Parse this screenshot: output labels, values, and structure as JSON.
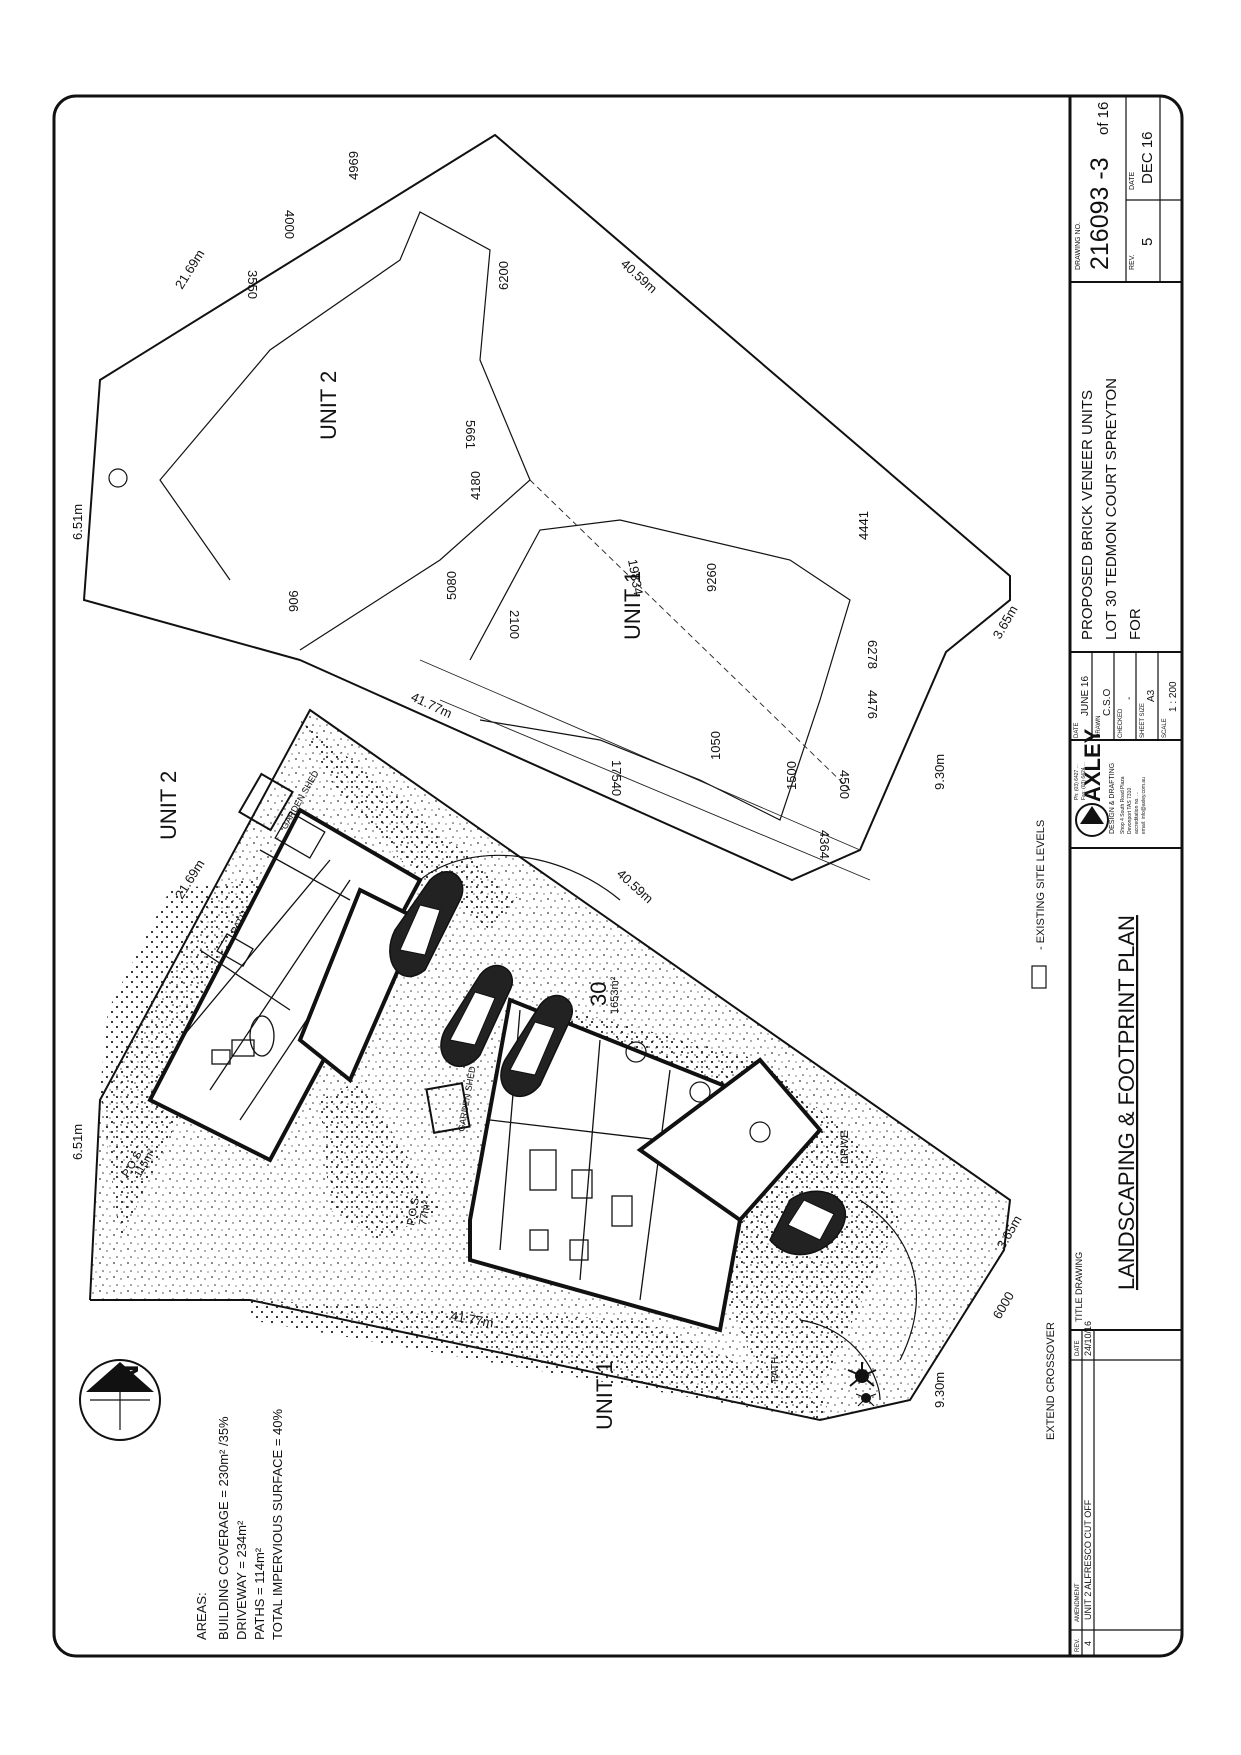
{
  "drawing": {
    "title_label": "TITLE DRAWING",
    "title": "LANDSCAPING & FOOTPRINT PLAN",
    "project_line1": "PROPOSED BRICK VENEER UNITS",
    "project_line2": "LOT 30 TEDMON COURT SPREYTON",
    "project_line3": "FOR",
    "drawing_no_label": "DRAWING NO.",
    "drawing_no": "216093 -3",
    "of_sheets": "of 16",
    "rev_label": "REV.",
    "rev": "5",
    "date_label": "DATE",
    "date": "DEC 16",
    "meta": {
      "date_label": "DATE",
      "date": "JUNE 16",
      "drawn_label": "DRAWN",
      "drawn": "C.S.O",
      "checked_label": "CHECKED",
      "checked": "-",
      "sheet_size_label": "SHEET SIZE",
      "sheet_size": "A3",
      "scale_label": "SCALE",
      "scale": "1 : 200"
    },
    "firm": {
      "name": "AXLEY",
      "tagline": "DESIGN & DRAFTING",
      "contact": [
        "Ph: (03) 6427 ...",
        "Fax: (03) 6424 ...",
        "Shop 4 South Road Plaza",
        "Devonport TAS 7310",
        "accreditation no. ...",
        "email: info@axley.com.au"
      ]
    },
    "amendments": {
      "headers": {
        "rev": "REV.",
        "amendment": "AMENDMENT",
        "date": "DATE"
      },
      "rows": [
        {
          "rev": "4",
          "amendment": "UNIT 2 ALFRESCO CUT OFF",
          "date": "24/10/16"
        }
      ]
    }
  },
  "plan": {
    "unit1": "UNIT 1",
    "unit2": "UNIT 2",
    "lot_number": "30",
    "lot_area": "1653m²",
    "boundaries": {
      "north": "6.51m",
      "north_east": "21.69m",
      "east": "40.59m",
      "west": "41.77m",
      "south": "9.30m",
      "frontage": "3.65m"
    },
    "pos1": "P.O.S",
    "pos1_area": "115m²",
    "pos2": "P.O.S",
    "pos2_area": "77m²",
    "garden_shed": "GARDEN SHED",
    "path": "PATH",
    "drive": "DRIVE",
    "drive_width": "6000",
    "extend_crossover": "EXTEND CROSSOVER",
    "legend_text": "- EXISTING SITE LEVELS"
  },
  "areas": {
    "heading": "AREAS:",
    "building_coverage": "BUILDING COVERAGE = 230m² /35%",
    "driveway": "DRIVEWAY = 234m²",
    "paths": "PATHS = 114m²",
    "total_impervious": "TOTAL IMPERVIOUS SURFACE = 40%"
  },
  "site_plan": {
    "boundaries": {
      "north": "6.51m",
      "north_east": "21.69m",
      "east": "40.59m",
      "west": "41.77m",
      "south": "9.30m",
      "frontage": "3.65m"
    },
    "unit1": "UNIT 1",
    "unit2": "UNIT 2",
    "dims": [
      "4969",
      "4000",
      "3550",
      "6200",
      "5661",
      "4180",
      "5080",
      "2100",
      "19834",
      "9260",
      "4441",
      "6278",
      "4476",
      "4500",
      "4364",
      "1500",
      "1050",
      "17540",
      "906"
    ]
  }
}
